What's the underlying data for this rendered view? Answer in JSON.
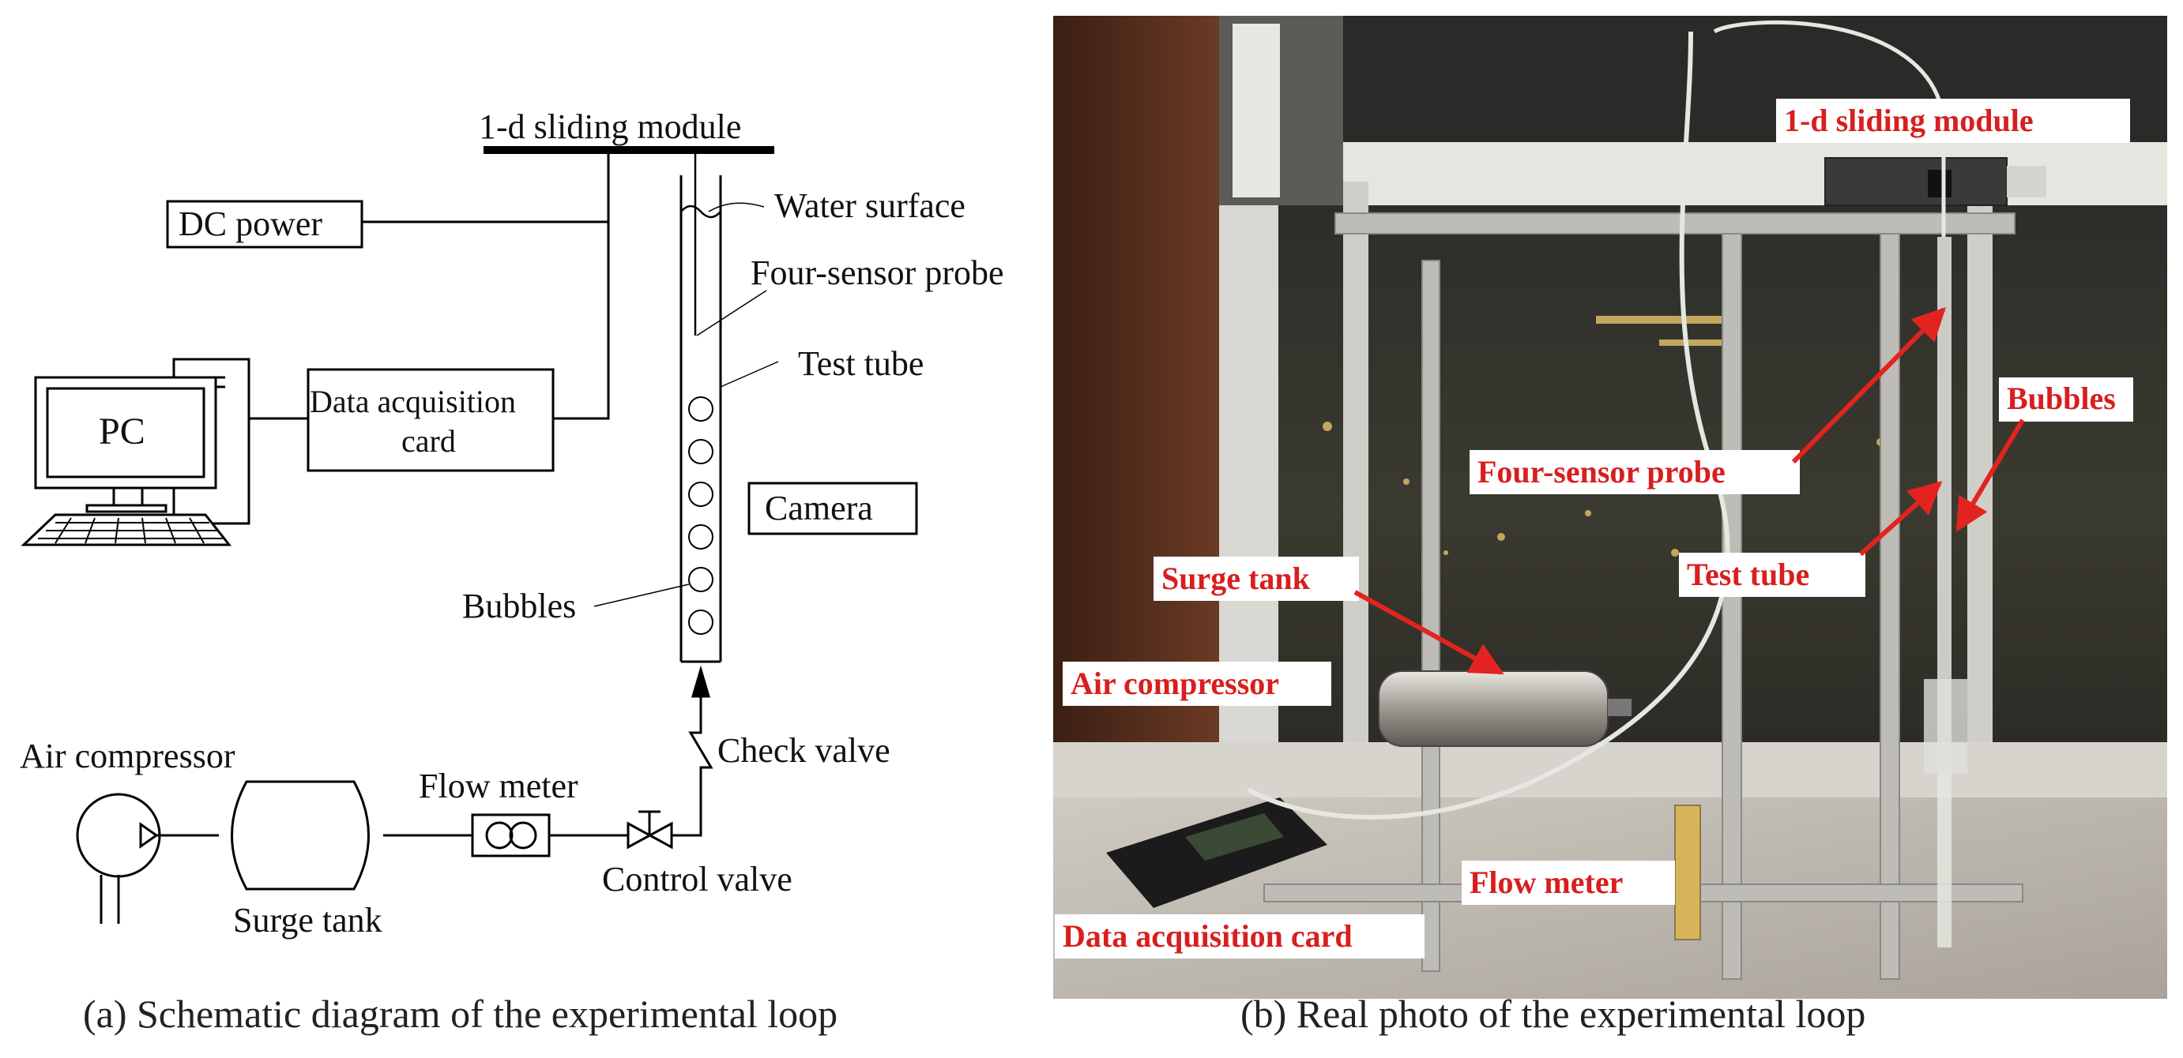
{
  "schematic": {
    "caption": "(a) Schematic diagram of the experimental loop",
    "labels": {
      "sliding_module": "1-d sliding module",
      "dc_power": "DC power",
      "water_surface": "Water surface",
      "four_sensor_probe": "Four-sensor probe",
      "test_tube": "Test tube",
      "pc": "PC",
      "daq_line1": "Data acquisition",
      "daq_line2": "card",
      "camera": "Camera",
      "bubbles": "Bubbles",
      "check_valve": "Check valve",
      "air_compressor": "Air compressor",
      "flow_meter": "Flow meter",
      "surge_tank": "Surge tank",
      "control_valve": "Control valve"
    },
    "bubble_count": 6
  },
  "photo": {
    "caption": "(b) Real photo of the experimental loop",
    "labels": {
      "sliding_module": "1-d sliding module",
      "bubbles": "Bubbles",
      "four_sensor_probe": "Four-sensor probe",
      "test_tube": "Test tube",
      "surge_tank": "Surge tank",
      "air_compressor": "Air compressor",
      "flow_meter": "Flow meter",
      "daq_card": "Data acquisition card"
    },
    "label_color": "#d81e1e"
  }
}
